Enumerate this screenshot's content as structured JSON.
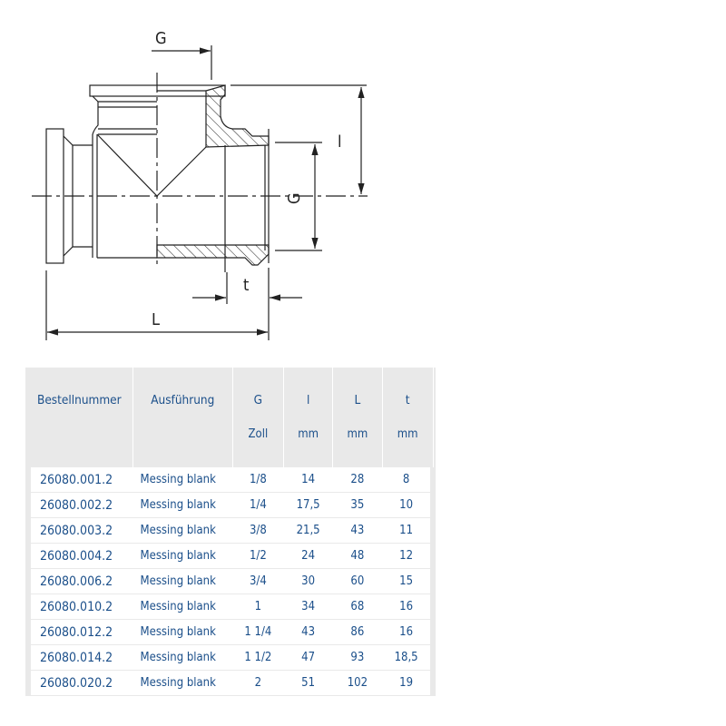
{
  "drawing": {
    "labels": {
      "g_top": "G",
      "g_side": "G",
      "l_small": "l",
      "t": "t",
      "L": "L"
    }
  },
  "table": {
    "headers": [
      {
        "name": "Bestellnummer",
        "unit": ""
      },
      {
        "name": "Ausführung",
        "unit": ""
      },
      {
        "name": "G",
        "unit": "Zoll"
      },
      {
        "name": "l",
        "unit": "mm"
      },
      {
        "name": "L",
        "unit": "mm"
      },
      {
        "name": "t",
        "unit": "mm"
      }
    ],
    "rows": [
      [
        "26080.001.2",
        "Messing blank",
        "1/8",
        "14",
        "28",
        "8"
      ],
      [
        "26080.002.2",
        "Messing blank",
        "1/4",
        "17,5",
        "35",
        "10"
      ],
      [
        "26080.003.2",
        "Messing blank",
        "3/8",
        "21,5",
        "43",
        "11"
      ],
      [
        "26080.004.2",
        "Messing blank",
        "1/2",
        "24",
        "48",
        "12"
      ],
      [
        "26080.006.2",
        "Messing blank",
        "3/4",
        "30",
        "60",
        "15"
      ],
      [
        "26080.010.2",
        "Messing blank",
        "1",
        "34",
        "68",
        "16"
      ],
      [
        "26080.012.2",
        "Messing blank",
        "1 1/4",
        "43",
        "86",
        "16"
      ],
      [
        "26080.014.2",
        "Messing blank",
        "1 1/2",
        "47",
        "93",
        "18,5"
      ],
      [
        "26080.020.2",
        "Messing blank",
        "2",
        "51",
        "102",
        "19"
      ]
    ]
  }
}
